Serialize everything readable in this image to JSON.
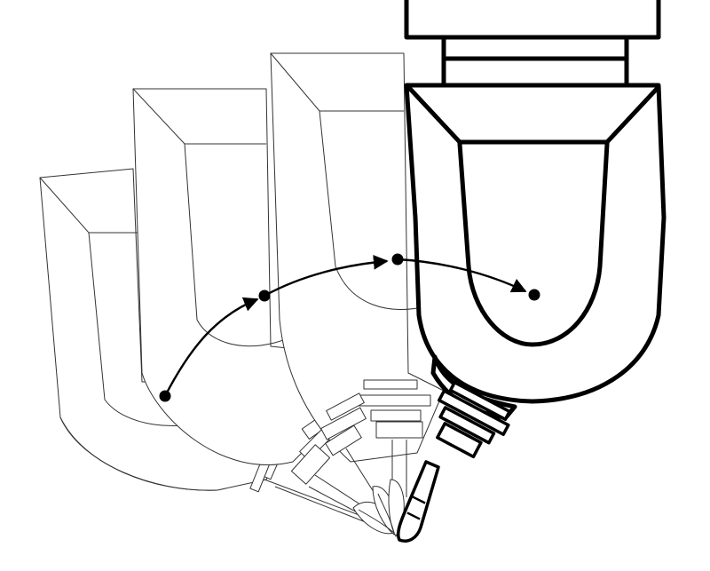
{
  "diagram": {
    "type": "5-axis machining head rotation illustration",
    "ghost_positions": 3,
    "path_points": 4,
    "colors": {
      "line": "#000000",
      "ghost_line": "#333333",
      "background": "#ffffff"
    }
  }
}
